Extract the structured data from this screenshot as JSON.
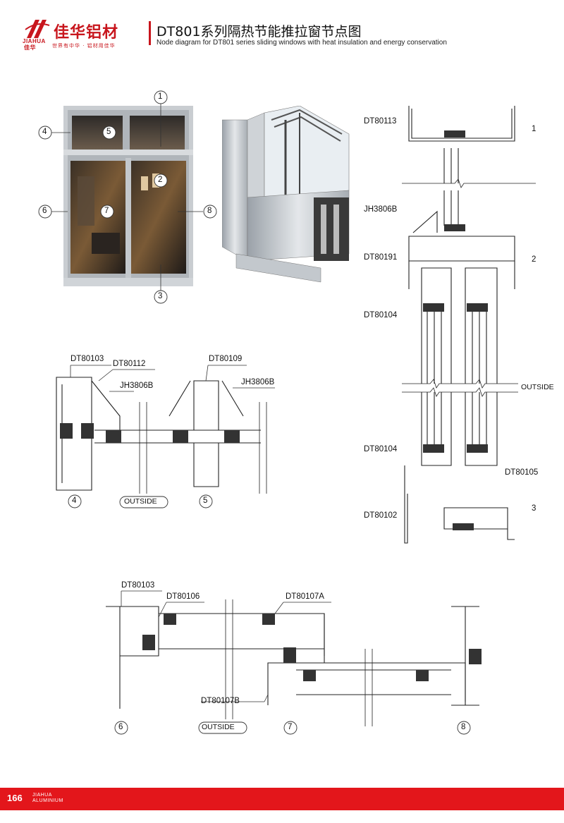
{
  "brand": {
    "name_cn": "佳华铝材",
    "name_en": "JIAHUA",
    "logo_cn": "佳华",
    "slogan": "世界有中华 · 铝材用佳华"
  },
  "header": {
    "title_cn": "DT801系列隔热节能推拉窗节点图",
    "title_en": "Node diagram for DT801 series sliding windows with heat insulation and energy conservation"
  },
  "photo_markers": [
    "1",
    "2",
    "3",
    "4",
    "5",
    "6",
    "7",
    "8"
  ],
  "node_labels": {
    "right": [
      "DT80113",
      "JH3806B",
      "DT80191",
      "DT80104",
      "DT80104",
      "DT80105",
      "DT80102"
    ],
    "left": [
      "DT80103",
      "DT80112",
      "JH3806B",
      "DT80109",
      "JH3806B"
    ],
    "bottom": [
      "DT80103",
      "DT80106",
      "DT80107A",
      "DT80107B"
    ],
    "outside": "OUTSIDE"
  },
  "footer": {
    "page": "166",
    "brand_line1": "JIAHUA",
    "brand_line2": "ALUMINIUM"
  },
  "colors": {
    "brand_red": "#c8161d",
    "footer_red": "#e3161b"
  }
}
